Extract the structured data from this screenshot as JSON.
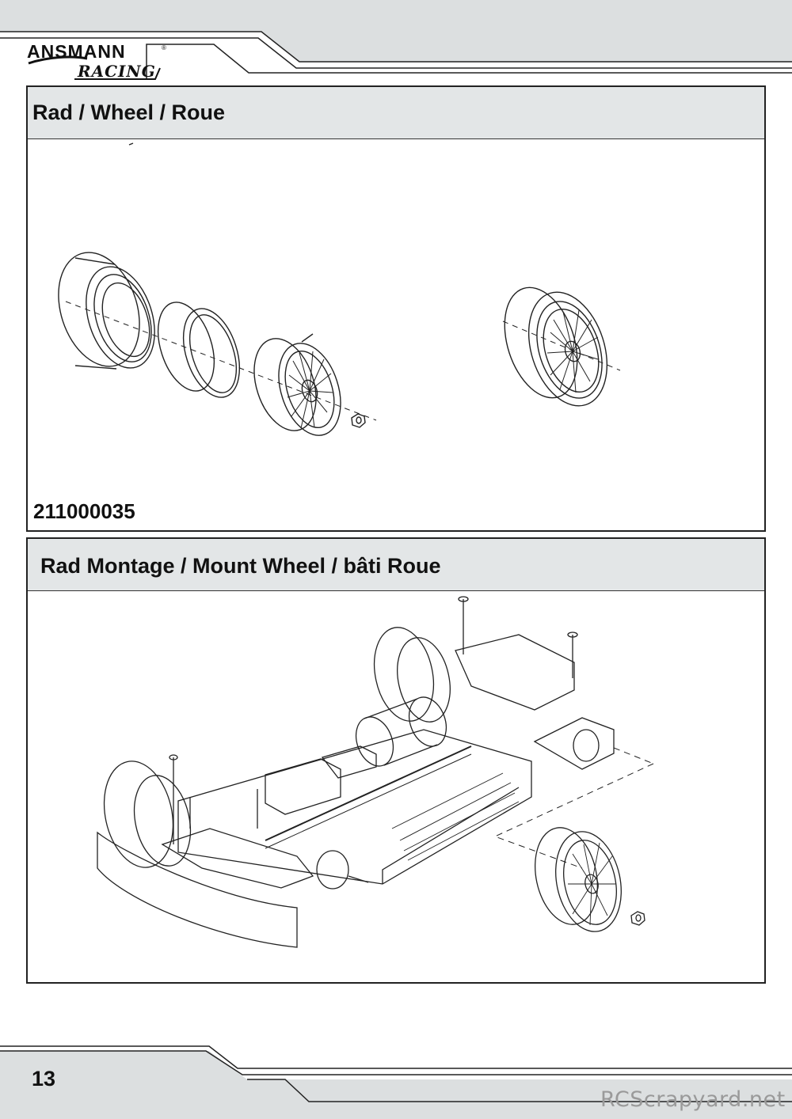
{
  "header": {
    "brand": "ANSMANN",
    "registered_mark": "®",
    "brand_script": "RACING"
  },
  "sections": [
    {
      "title": "Rad / Wheel / Roue",
      "part_number": "211000035"
    },
    {
      "title": "Rad Montage / Mount Wheel / bâti Roue"
    }
  ],
  "footer": {
    "page_number": "13",
    "watermark": "RCScrapyard.net"
  },
  "colors": {
    "band_gray": "#dcdfe0",
    "header_gray": "#e3e6e7",
    "line_dark": "#222222"
  }
}
